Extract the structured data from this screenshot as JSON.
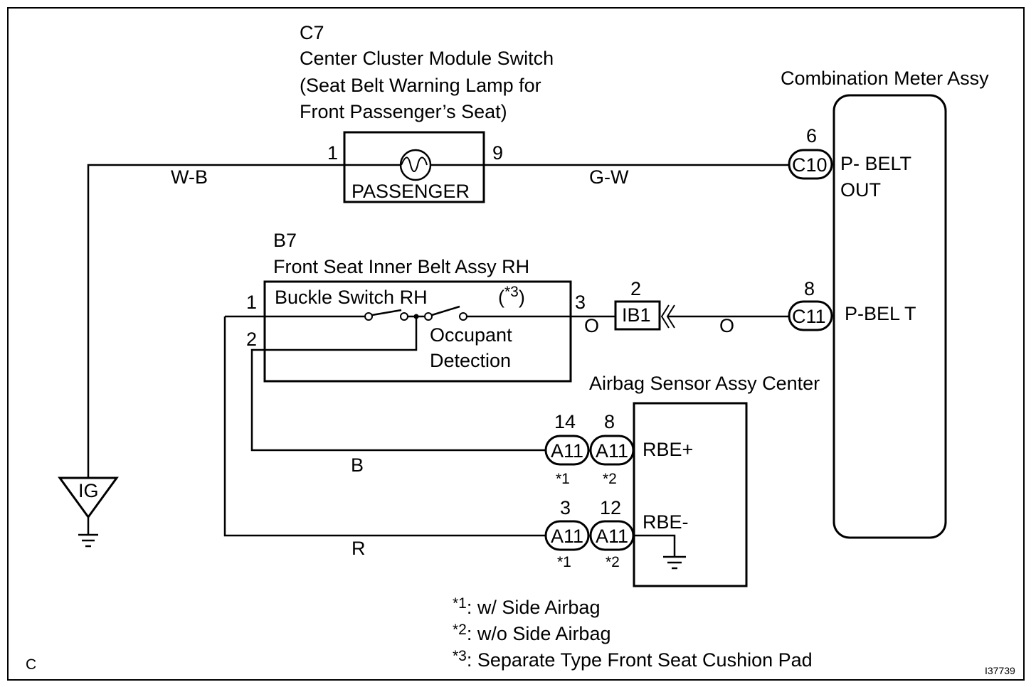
{
  "c7": {
    "code": "C7",
    "name": "Center Cluster Module Switch",
    "desc_line1": "(Seat Belt Warning Lamp for",
    "desc_line2": "Front Passenger’s Seat)",
    "inner_label": "PASSENGER",
    "pin_left": "1",
    "pin_right": "9"
  },
  "meter": {
    "title": "Combination Meter Assy",
    "c10": {
      "pin": "6",
      "code": "C10",
      "signal_line1": "P- BELT",
      "signal_line2": "OUT"
    },
    "c11": {
      "pin": "8",
      "code": "C11",
      "signal": "P-BEL T"
    }
  },
  "b7": {
    "code": "B7",
    "name": "Front Seat Inner Belt Assy RH",
    "switch_label": "Buckle Switch RH",
    "note_ref_open": "(",
    "note_ref_mark": "*3",
    "note_ref_close": ")",
    "occupant_line1": "Occupant",
    "occupant_line2": "Detection",
    "pin1": "1",
    "pin2": "2",
    "pin3": "3"
  },
  "ib1": {
    "pin": "2",
    "code": "IB1"
  },
  "airbag": {
    "title": "Airbag Sensor Assy Center",
    "rbe_plus": "RBE+",
    "rbe_minus": "RBE-",
    "conn_code": "A11",
    "plus_pin_a": "14",
    "plus_pin_b": "8",
    "minus_pin_a": "3",
    "minus_pin_b": "12",
    "mark_a": "*1",
    "mark_b": "*2"
  },
  "wires": {
    "top_left": "W-B",
    "top_right": "G-W",
    "ib1_left": "O",
    "ib1_right": "O",
    "black": "B",
    "red": "R"
  },
  "ground_source": {
    "label": "IG"
  },
  "notes": [
    {
      "mark": "*1",
      "text": ": w/ Side Airbag"
    },
    {
      "mark": "*2",
      "text": ": w/o Side Airbag"
    },
    {
      "mark": "*3",
      "text": ": Separate Type Front Seat Cushion Pad"
    }
  ],
  "corner_left": "C",
  "corner_right": "I37739"
}
